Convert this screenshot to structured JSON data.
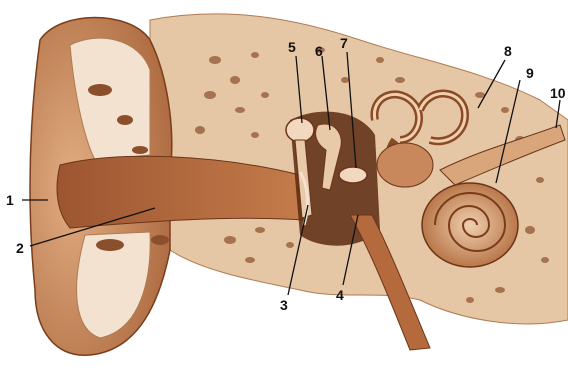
{
  "labels": {
    "l1": "1",
    "l2": "2",
    "l3": "3",
    "l4": "4",
    "l5": "5",
    "l6": "6",
    "l7": "7",
    "l8": "8",
    "l9": "9",
    "l10": "10"
  },
  "colors": {
    "skin": "#c98a5a",
    "skin_dark": "#8a4a25",
    "canal": "#b56a3d",
    "bone": "#e8c9a8",
    "bone_spots": "#8b4f2c",
    "cartilage": "#f3e2cf",
    "cochlea": "#d9a57a",
    "leader_line": "#111111"
  }
}
